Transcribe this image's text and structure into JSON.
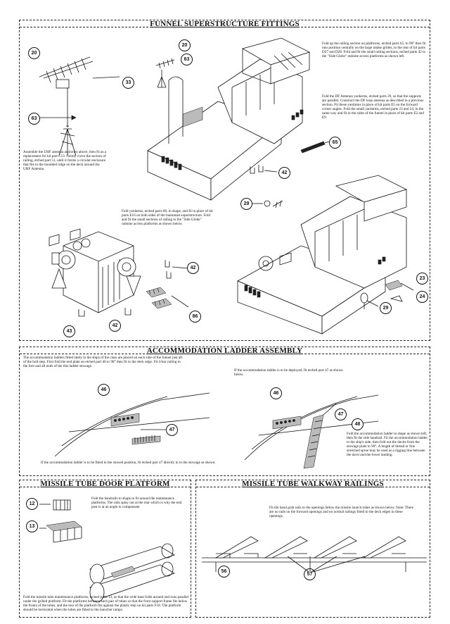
{
  "sections": {
    "funnel": {
      "title": "FUNNEL SUPERSTRUCTURE FITTINGS",
      "note_uhf": "Assemble the UHF antenna as shown above, then fit as a replacement for kit part C13. Gently curve the section of railing, etched part 51, until it forms a circular enclosure that fits to the moulded ridge on the deck around the UHF Antenna.",
      "note_railing": "Fold up the railing section on platforms, etched parts 65, to 90° then fit into position centrally on the large intake grilles, to the rear of kit parts D27 and D28. Fold and fit the small railing sections, etched parts 42 to the \"Side Globe\" radome access platforms as shown left.",
      "note_df": "Fold the DF Antenna yardarms, etched parts 29, so that the supports are parallel. Construct the DF loop antenna as described in a previous section. Fit these yardarms in place of kit parts E5 on the forward corner angles. Fold the small yardarms, etched parts 23 and 24, in the same way and fit in the sides of the funnel in place of kit parts E2 and E9.",
      "note_yardarms": "Fold yardarms, etched parts 86, to shape, and fit in place of kit parts E16 on both sides of the mainmast superstructure. Fold and fit the small sections of railing to the \"Side Globe\" radome access platforms as shown below.",
      "callouts": [
        "20",
        "63",
        "20",
        "33",
        "63",
        "65",
        "42",
        "29",
        "23",
        "24",
        "29",
        "42",
        "86",
        "42",
        "43"
      ]
    },
    "ladder": {
      "title": "ACCOMMODATION LADDER ASSEMBLY",
      "note_stowage": "The accommodation ladders fitted lately to the ships of the class are placed on each side of the funnel just aft of the hull step. First fold the end plate on etched part 46 to 90° then fit to the deck edge. Fit 4-bar railing to the fore and aft ends of the this ladder stowage.",
      "note_deployed": "If the accommodation ladder is to be deployed, fit etched part 47 as shown below.",
      "note_stowed": "If the accommodation ladder is to be fitted in the stowed position, fit etched part 47 directly in to the stowage as shown.",
      "note_handrail": "Fold the accommodation ladder to shape as shown left, then fit the side handrail. Fit the accommodation ladder to the ship's side, then fold out the davits from the stowage plate to 90°. A length of thread or fine stretched sprue may be used as a rigging line between the davit and the lower landing.",
      "callouts": [
        "46",
        "47",
        "46",
        "47",
        "48"
      ]
    },
    "missile_door": {
      "title": "MISSILE TUBE DOOR PLATFORM",
      "note_handrails": "Fold the handrails to shape to fit around the maintenance platforms. The rails splay out at the rear which is why the end post is at an angle to compensate.",
      "note_platform": "Fold the missile tube maintenance platforms, etched parts 13, so that the wide base folds around and runs parallel under the grilled platform. Fit the platforms between each pair of tubes so that the front support frame fits below the fronts of the tubes, and the rear of the platform fits against the plastic step on kit parts F18. The platform should be horizontal when the tubes are fitted to the launcher ramps.",
      "callouts": [
        "12",
        "13"
      ]
    },
    "missile_walkway": {
      "title": "MISSILE TUBE WALKWAY RAILINGS",
      "note_rails": "Fit the hand grab rails to the openings below the missile launch tubes as shown below. Note: There are no rails on the forward openings and no normal railings fitted to the deck edges in these openings.",
      "callouts": [
        "56",
        "57"
      ]
    }
  }
}
